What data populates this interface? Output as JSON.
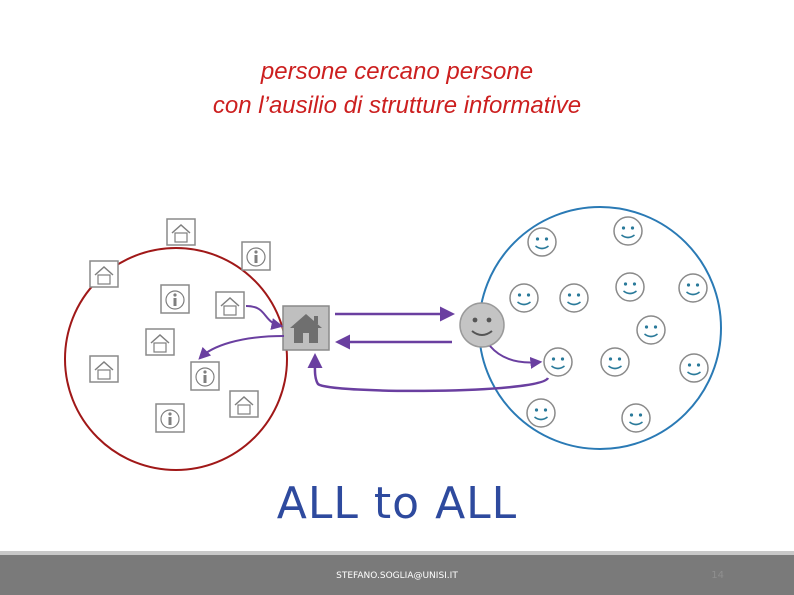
{
  "slide": {
    "title_line1": "persone cercano persone",
    "title_line2": "con l’ausilio di strutture informative",
    "caption": "ALL to ALL"
  },
  "footer": {
    "email": "STEFANO.SOGLIA@UNISI.IT",
    "page_number": "14"
  },
  "colors": {
    "left_circle": "#a01818",
    "right_circle": "#2a7ab5",
    "arrows": "#6a3fa0",
    "title": "#cc1f1f",
    "caption": "#2e4a9e",
    "icon_gray": "#7f7f7f",
    "smiley_teal": "#2a7a9a"
  },
  "icons": {
    "left_group": [
      "home-icon",
      "info-icon"
    ],
    "center_hub": "home-icon",
    "center_person": "smiley-icon",
    "right_group": "smiley-icon"
  }
}
